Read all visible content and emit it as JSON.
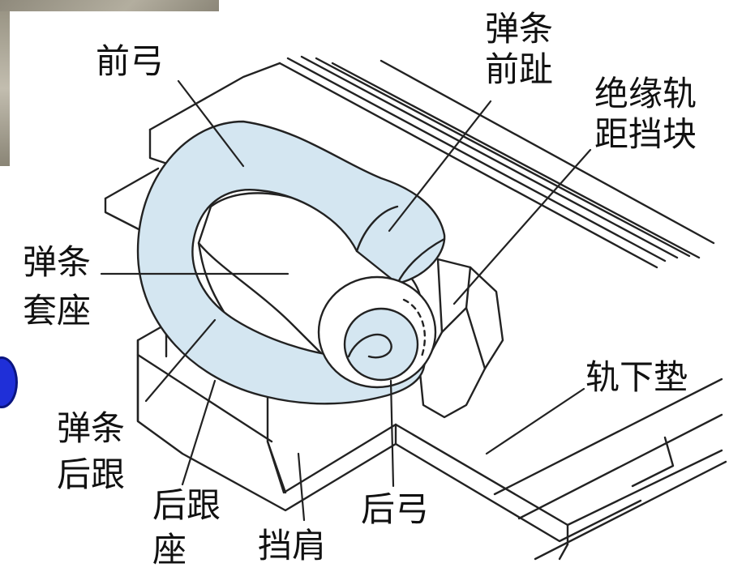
{
  "labels": {
    "front_bow": "前弓",
    "clip_front_toe": [
      "弹条",
      "前趾"
    ],
    "insulated_gauge_block": [
      "绝缘轨",
      "距挡块"
    ],
    "clip_sleeve_seat": [
      "弹条",
      "套座"
    ],
    "rail_pad": "轨下垫",
    "clip_rear_heel": [
      "弹条",
      "后跟"
    ],
    "rear_heel_seat": [
      "后跟",
      "座"
    ],
    "rear_bow": "后弓",
    "shoulder": "挡肩"
  },
  "colors": {
    "clip_fill": "#d4e6f1",
    "line": "#222222",
    "background": "#ffffff"
  }
}
